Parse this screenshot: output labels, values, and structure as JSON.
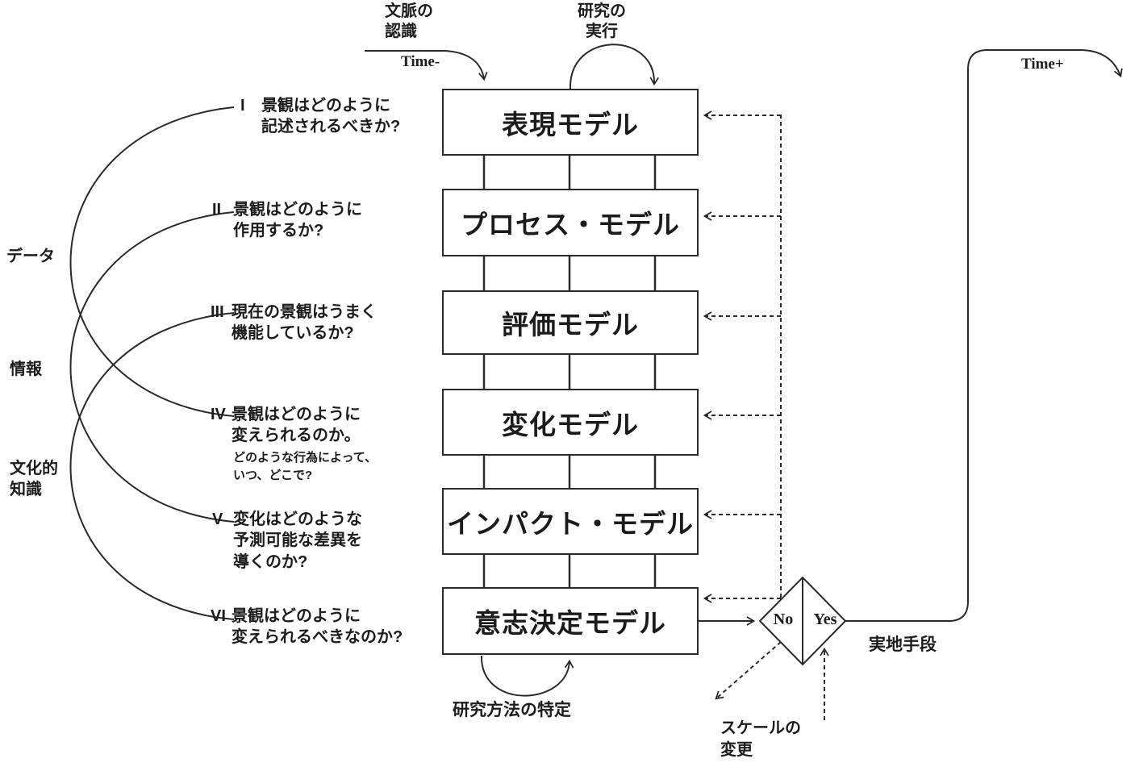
{
  "colors": {
    "ink": "#222222",
    "background": "#ffffff"
  },
  "header": {
    "context_label": "文脈の\n認識",
    "time_minus": "Time-",
    "execute_label": "研究の\n実行",
    "time_plus": "Time+"
  },
  "models": [
    {
      "label": "表現モデル"
    },
    {
      "label": "プロセス・モデル"
    },
    {
      "label": "評価モデル"
    },
    {
      "label": "変化モデル"
    },
    {
      "label": "インパクト・モデル"
    },
    {
      "label": "意志決定モデル"
    }
  ],
  "questions": [
    {
      "numeral": "I",
      "text": "景観はどのように\n記述されるべきか?"
    },
    {
      "numeral": "II",
      "text": "景観はどのように\n作用するか?"
    },
    {
      "numeral": "III",
      "text": "現在の景観はうまく\n機能しているか?"
    },
    {
      "numeral": "IV",
      "text": "景観はどのように\n変えられるのか。",
      "sub": "どのような行為によって、\nいつ、どこで?"
    },
    {
      "numeral": "V",
      "text": "変化はどのような\n予測可能な差異を\n導くのか?"
    },
    {
      "numeral": "VI",
      "text": "景観はどのように\n変えられるべきなのか?"
    }
  ],
  "knowledge_labels": [
    {
      "label": "データ"
    },
    {
      "label": "情報"
    },
    {
      "label": "文化的\n知識"
    }
  ],
  "decision": {
    "no": "No",
    "yes": "Yes"
  },
  "footer": {
    "method_label": "研究方法の特定",
    "scale_label": "スケールの\n変更",
    "field_label": "実地手段"
  }
}
